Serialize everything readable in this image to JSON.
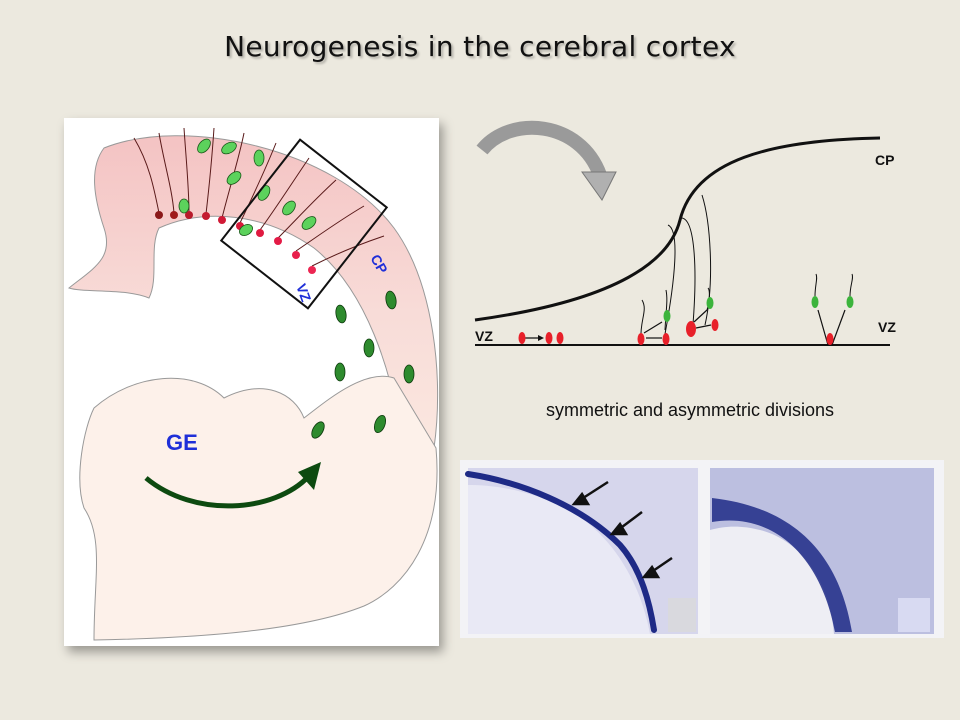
{
  "slide": {
    "title": "Neurogenesis in the cerebral cortex",
    "caption": "symmetric and asymmetric divisions"
  },
  "left_diagram": {
    "labels": {
      "cp": "CP",
      "vz": "VZ",
      "ge": "GE"
    },
    "colors": {
      "cortex_fill": "#f5c9c9",
      "ge_fill": "#fdf1ea",
      "label_blue": "#1f2fd8",
      "arrow_green": "#0d4a10"
    }
  },
  "right_diagram": {
    "labels": {
      "cp": "CP",
      "vz_left": "VZ",
      "vz_right": "VZ"
    },
    "colors": {
      "progenitor": "#e8202a",
      "neuron": "#3cb43c"
    }
  },
  "photos": {
    "stain_color": "#1e2a86"
  }
}
